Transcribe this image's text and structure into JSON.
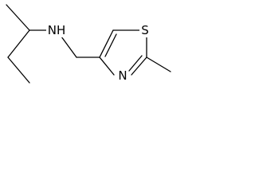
{
  "molecule": {
    "atoms": {
      "amine_nitrogen": "NH",
      "ring_sulfur": "S",
      "ring_nitrogen": "N"
    }
  },
  "colors": {
    "bond": "#000000",
    "label": "#000000",
    "background": "#ffffff"
  }
}
